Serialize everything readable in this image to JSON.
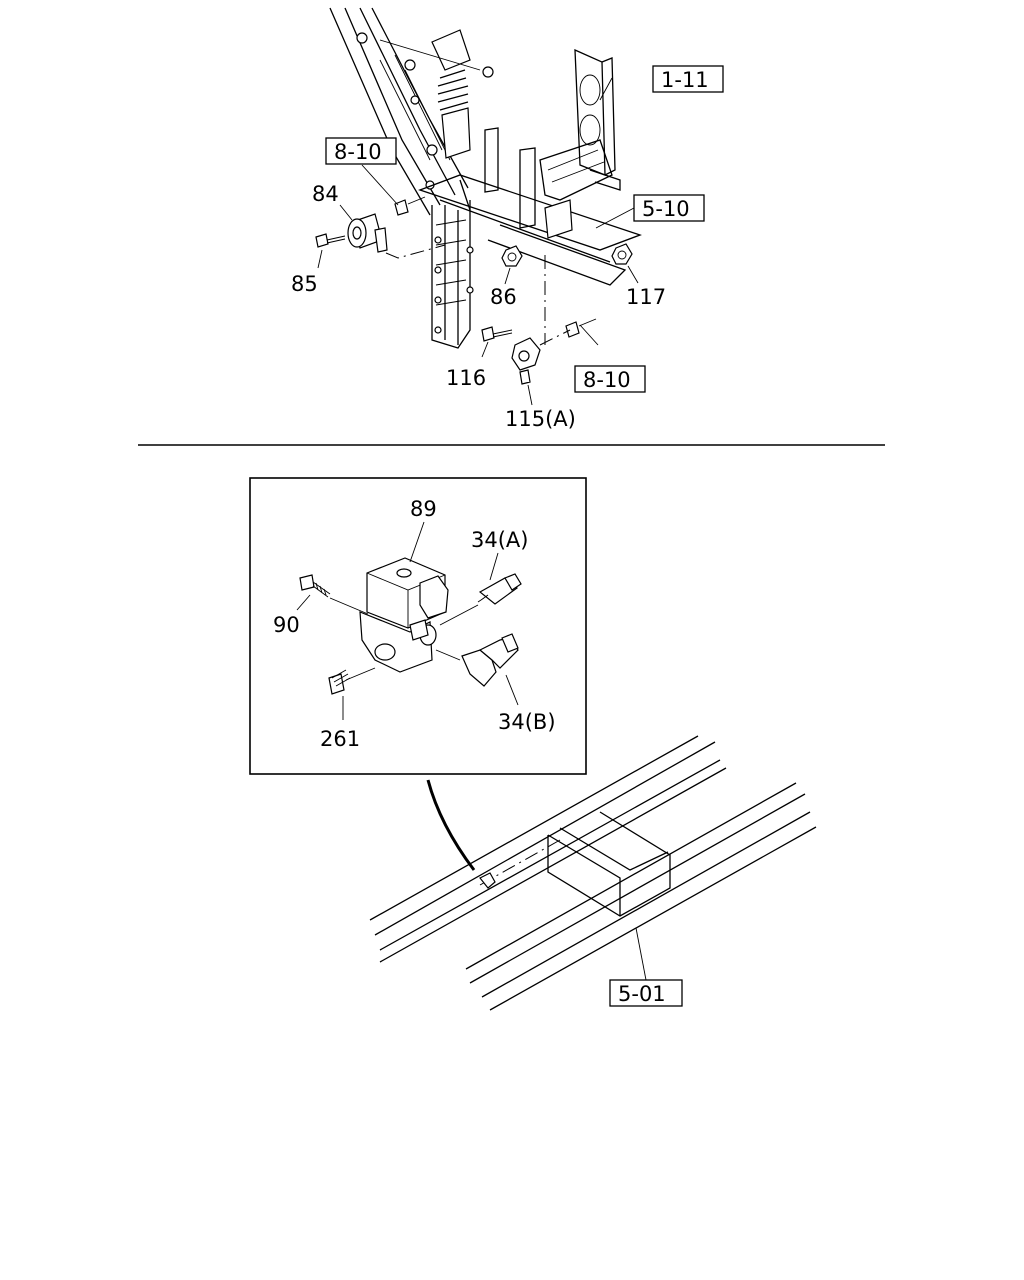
{
  "top_view": {
    "callouts": [
      "84",
      "85",
      "86",
      "116",
      "115(A)",
      "117"
    ],
    "references": [
      "1-11",
      "8-10",
      "5-10",
      "8-10"
    ]
  },
  "detail_view": {
    "callouts": [
      "89",
      "34(A)",
      "90",
      "261",
      "34(B)"
    ]
  },
  "frame_view": {
    "references": [
      "5-01"
    ]
  }
}
